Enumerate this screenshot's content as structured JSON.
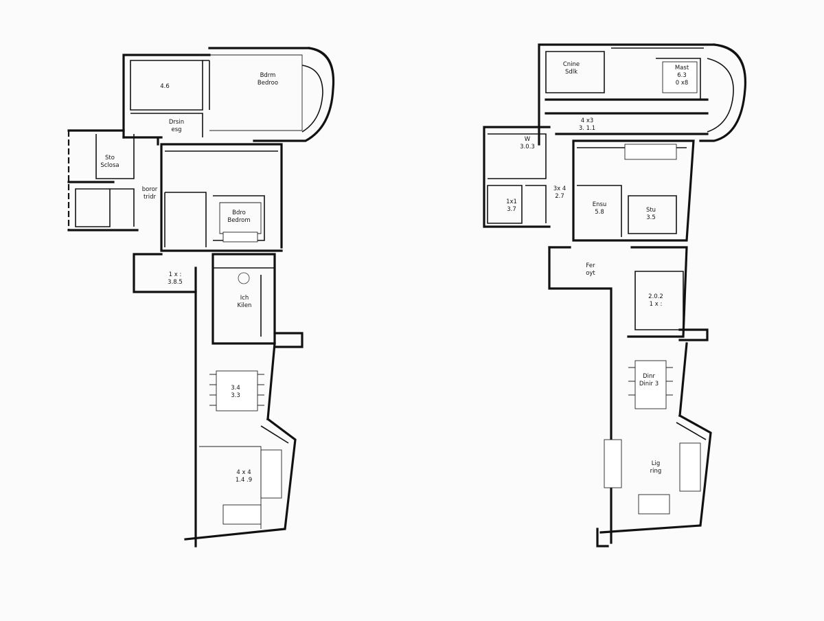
{
  "plans": [
    {
      "id": "plan-left",
      "rooms": [
        {
          "key": "bedroom-a",
          "lines": [
            "Bdrm",
            "Bedroo"
          ]
        },
        {
          "key": "bedroom-b-dims",
          "lines": [
            "4.6"
          ]
        },
        {
          "key": "dressing",
          "lines": [
            "Drsin",
            "esg"
          ]
        },
        {
          "key": "storage",
          "lines": [
            "Sto",
            "Sclosa"
          ]
        },
        {
          "key": "corridor",
          "lines": [
            "boror",
            "tridr"
          ]
        },
        {
          "key": "bedroom-c",
          "lines": [
            "Bdro",
            "Bedrom"
          ]
        },
        {
          "key": "hall-dims",
          "lines": [
            "1 x :",
            "3.8.5"
          ]
        },
        {
          "key": "kitchen",
          "lines": [
            "Ich",
            "Kilen"
          ]
        },
        {
          "key": "dining-dims",
          "lines": [
            "3.4",
            "3.3"
          ]
        },
        {
          "key": "living-dims",
          "lines": [
            "4 x 4",
            "1.4 .9"
          ]
        }
      ]
    },
    {
      "id": "plan-right",
      "rooms": [
        {
          "key": "wardrobe",
          "lines": [
            "Cnine",
            "Sdlk"
          ]
        },
        {
          "key": "master-bedroom",
          "lines": [
            "Mast",
            "6.3",
            "0 x8"
          ]
        },
        {
          "key": "landing-dims",
          "lines": [
            "4 x3",
            "3. 1.1"
          ]
        },
        {
          "key": "walk-in",
          "lines": [
            "W",
            "3.0.3"
          ]
        },
        {
          "key": "bath-dims",
          "lines": [
            "3x 4",
            "2.7"
          ]
        },
        {
          "key": "ensuite",
          "lines": [
            "Ensu",
            "5.8"
          ]
        },
        {
          "key": "wc-dims",
          "lines": [
            "1x1",
            "3.7"
          ]
        },
        {
          "key": "study",
          "lines": [
            "Stu",
            "3.5"
          ]
        },
        {
          "key": "foyer",
          "lines": [
            "Fer",
            "oyt"
          ]
        },
        {
          "key": "kitchen-dims",
          "lines": [
            "2.0.2",
            "1 x :"
          ]
        },
        {
          "key": "dining",
          "lines": [
            "Dinr",
            "Dinir 3"
          ]
        },
        {
          "key": "living",
          "lines": [
            "Lig",
            "ring"
          ]
        }
      ]
    }
  ]
}
